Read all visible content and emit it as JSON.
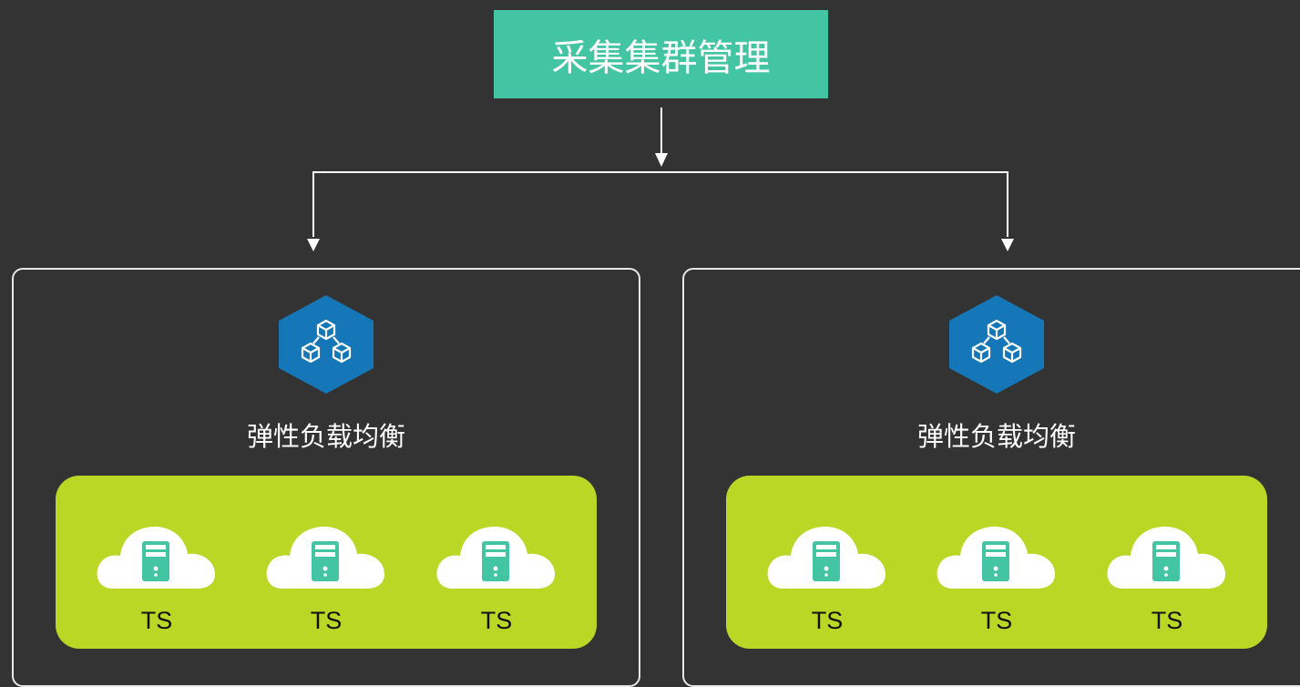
{
  "colors": {
    "background": "#333333",
    "root_fill": "#43c4a2",
    "cluster_border": "#e8e8e8",
    "lb_hexagon": "#1677b8",
    "ts_group_fill": "#bbd725",
    "cloud_fill": "#ffffff",
    "server_fill": "#43c4a2",
    "connector": "#ffffff"
  },
  "root": {
    "label": "采集集群管理"
  },
  "clusters": [
    {
      "lb_label": "弹性负载均衡",
      "lb_icon": "cubes-network-icon",
      "nodes": [
        {
          "label": "TS",
          "icon": "cloud-server-icon"
        },
        {
          "label": "TS",
          "icon": "cloud-server-icon"
        },
        {
          "label": "TS",
          "icon": "cloud-server-icon"
        }
      ]
    },
    {
      "lb_label": "弹性负载均衡",
      "lb_icon": "cubes-network-icon",
      "nodes": [
        {
          "label": "TS",
          "icon": "cloud-server-icon"
        },
        {
          "label": "TS",
          "icon": "cloud-server-icon"
        },
        {
          "label": "TS",
          "icon": "cloud-server-icon"
        }
      ]
    }
  ]
}
